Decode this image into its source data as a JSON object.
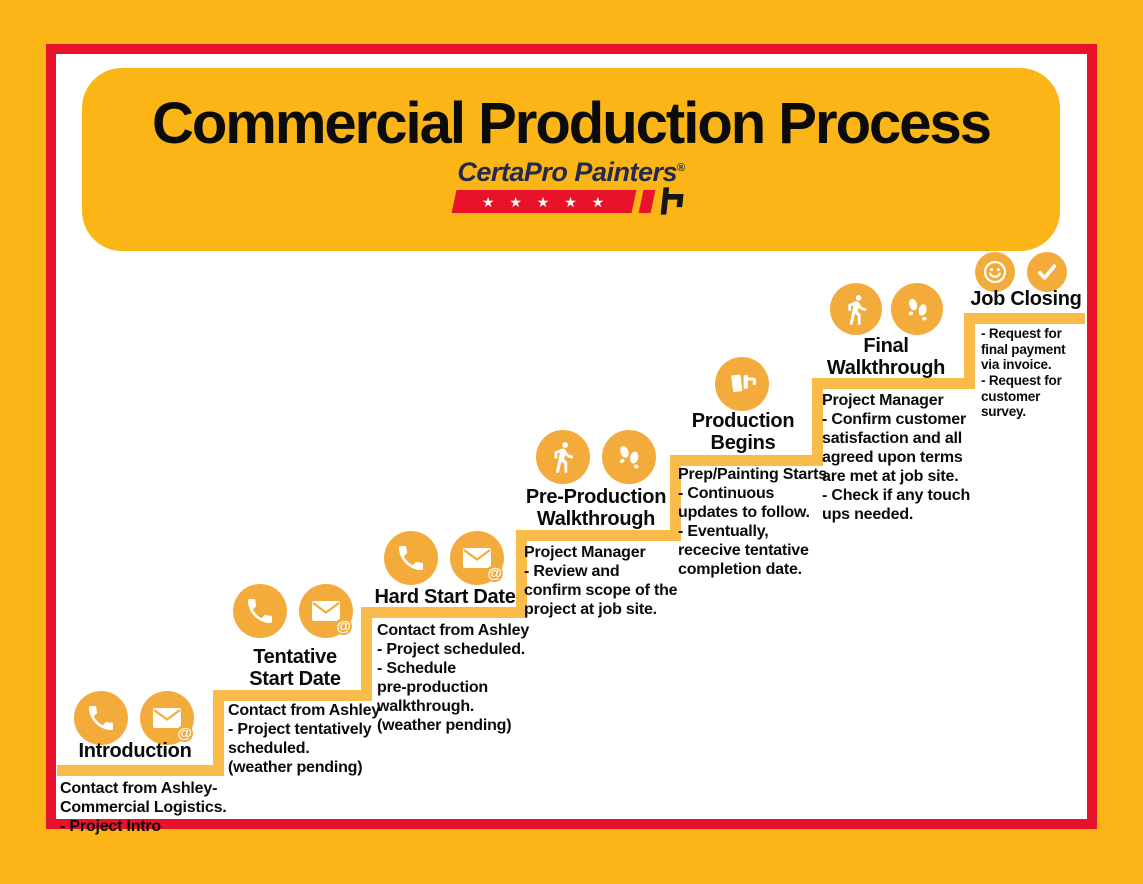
{
  "poster": {
    "title": "Commercial Production Process",
    "brand": {
      "name": "CertaPro Painters",
      "registered_mark": "®",
      "stars": "★ ★ ★ ★ ★"
    },
    "email_at_glyph": "@"
  },
  "colors": {
    "amber_background": "#FBB516",
    "step_bar_orange": "#F9BB49",
    "icon_circle_orange": "#F3AC3C",
    "frame_red": "#E8132B",
    "brand_navy": "#232A4D",
    "text_black": "#0B0B0B"
  },
  "steps": [
    {
      "title": "Introduction",
      "icons": [
        "phone-icon",
        "email-icon"
      ],
      "description": "Contact from Ashley-\nCommercial Logistics.\n- Project Intro"
    },
    {
      "title": "Tentative\nStart Date",
      "icons": [
        "phone-icon",
        "email-icon"
      ],
      "description": "Contact from Ashley\n- Project tentatively\nscheduled.\n(weather pending)"
    },
    {
      "title": "Hard Start Date",
      "icons": [
        "phone-icon",
        "email-icon"
      ],
      "description": "Contact from Ashley\n- Project scheduled.\n- Schedule\npre-production\nwalkthrough.\n(weather pending)"
    },
    {
      "title": "Pre-Production\nWalkthrough",
      "icons": [
        "walking-person-icon",
        "footprints-icon"
      ],
      "description": "Project Manager\n- Review and\nconfirm scope of the\nproject at job site."
    },
    {
      "title": "Production\nBegins",
      "icons": [
        "paint-roller-icon"
      ],
      "description": "Prep/Painting Starts\n- Continuous\nupdates to follow.\n- Eventually,\nrececive tentative\ncompletion date."
    },
    {
      "title": "Final\nWalkthrough",
      "icons": [
        "walking-person-icon",
        "footprints-icon"
      ],
      "description": "Project Manager\n- Confirm customer\nsatisfaction and all\nagreed upon terms\nare met at job site.\n- Check if any touch\nups needed."
    },
    {
      "title": "Job Closing",
      "icons": [
        "smiley-icon",
        "checkmark-icon"
      ],
      "description": "- Request for\nfinal payment\nvia invoice.\n- Request for\ncustomer\nsurvey."
    }
  ]
}
